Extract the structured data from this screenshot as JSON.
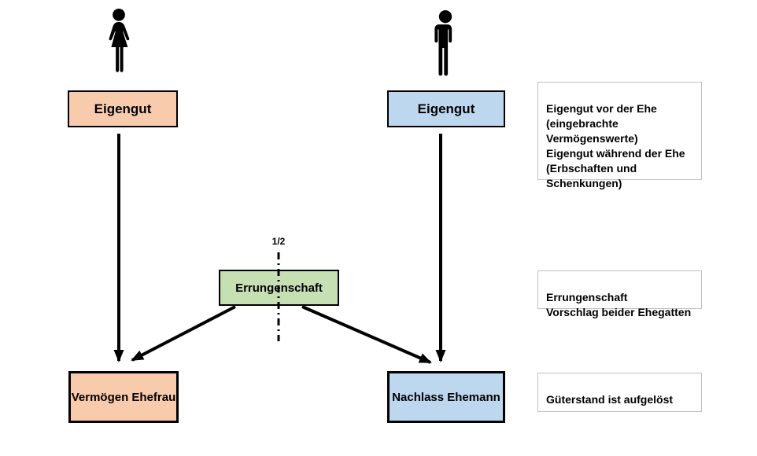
{
  "boxes": {
    "eigengut_wife": "Eigengut",
    "eigengut_husband": "Eigengut",
    "errungenschaft": "Errungenschaft",
    "half": "1/2",
    "vermoegen_ehefrau": "Vermögen Ehefrau",
    "nachlass_ehemann": "Nachlass Ehemann"
  },
  "notes": {
    "eigengut_note": "Eigengut vor der Ehe\n(eingebrachte\nVermögenswerte)\nEigengut während der Ehe\n(Erbschaften und\nSchenkungen)",
    "errungenschaft_note": "Errungenschaft\nVorschlag beider Ehegatten",
    "gueterstand_note": "Güterstand ist aufgelöst"
  },
  "icons": {
    "left": "woman-icon",
    "right": "man-icon"
  },
  "colors": {
    "wife_fill": "#F8CBAD",
    "husband_fill": "#BDD7EE",
    "errungenschaft_fill": "#C6E0B4",
    "box_border": "#000000",
    "note_border": "#BFBFBF",
    "arrow": "#000000",
    "icon": "#000000"
  }
}
